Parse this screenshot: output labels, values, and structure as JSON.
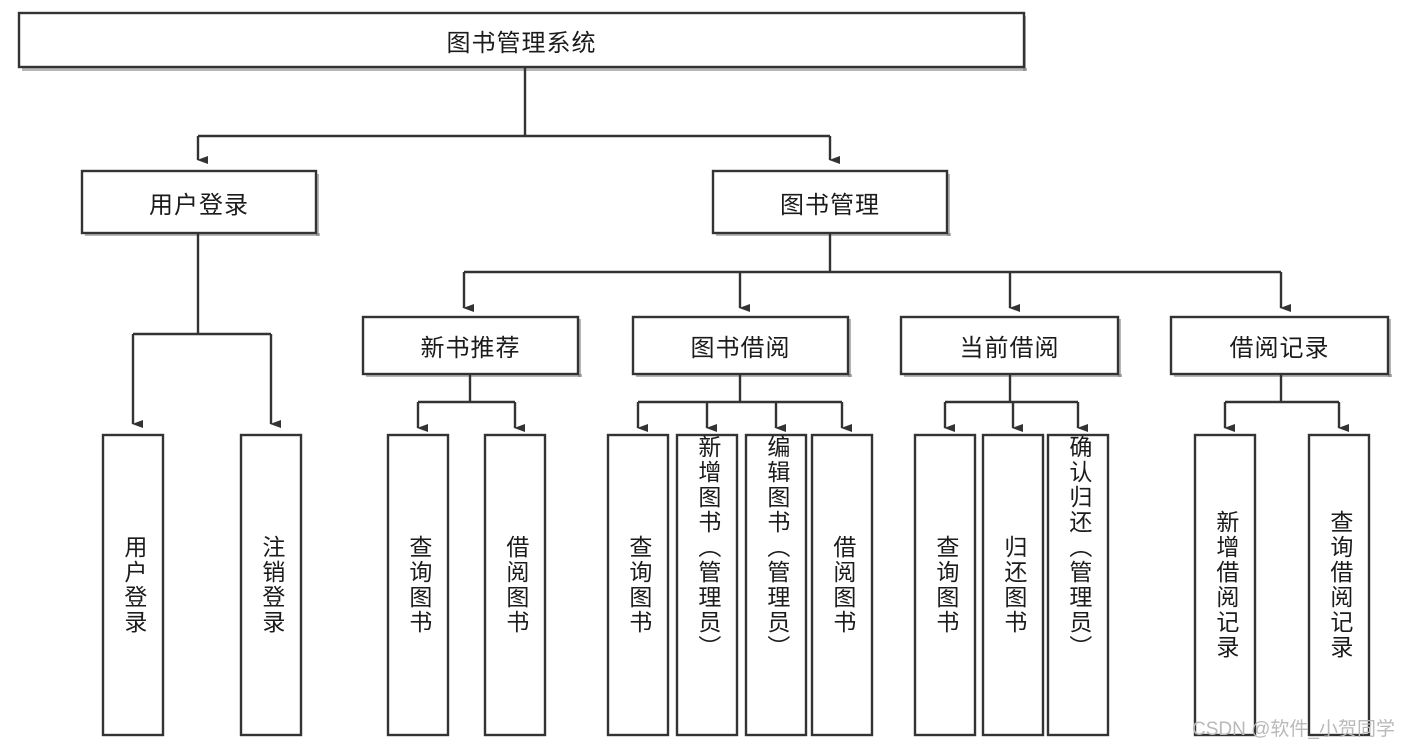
{
  "diagram": {
    "type": "tree-hierarchy",
    "root": {
      "id": "root",
      "label": "图书管理系统"
    },
    "level2": [
      {
        "id": "user-login",
        "label": "用户登录"
      },
      {
        "id": "book-management",
        "label": "图书管理"
      }
    ],
    "level3": [
      {
        "id": "new-book-recommend",
        "label": "新书推荐",
        "parent": "book-management"
      },
      {
        "id": "book-borrow",
        "label": "图书借阅",
        "parent": "book-management"
      },
      {
        "id": "current-borrow",
        "label": "当前借阅",
        "parent": "book-management"
      },
      {
        "id": "borrow-record",
        "label": "借阅记录",
        "parent": "book-management"
      }
    ],
    "leaves": [
      {
        "id": "leaf-user-login",
        "label": "用户登录",
        "parent": "user-login"
      },
      {
        "id": "leaf-logout-login",
        "label": "注销登录",
        "parent": "user-login"
      },
      {
        "id": "leaf-query-book-1",
        "label": "查询图书",
        "parent": "new-book-recommend"
      },
      {
        "id": "leaf-borrow-book-1",
        "label": "借阅图书",
        "parent": "new-book-recommend"
      },
      {
        "id": "leaf-query-book-2",
        "label": "查询图书",
        "parent": "book-borrow"
      },
      {
        "id": "leaf-add-book",
        "label": "新增图书（管理员）",
        "parent": "book-borrow"
      },
      {
        "id": "leaf-edit-book",
        "label": "编辑图书（管理员）",
        "parent": "book-borrow"
      },
      {
        "id": "leaf-borrow-book-2",
        "label": "借阅图书",
        "parent": "book-borrow"
      },
      {
        "id": "leaf-query-book-3",
        "label": "查询图书",
        "parent": "current-borrow"
      },
      {
        "id": "leaf-return-book",
        "label": "归还图书",
        "parent": "current-borrow"
      },
      {
        "id": "leaf-confirm-return",
        "label": "确认归还（管理员）",
        "parent": "current-borrow"
      },
      {
        "id": "leaf-add-record",
        "label": "新增借阅记录",
        "parent": "borrow-record"
      },
      {
        "id": "leaf-query-record",
        "label": "查询借阅记录",
        "parent": "borrow-record"
      }
    ]
  },
  "watermark": {
    "text": "CSDN @软件_小贺同学"
  },
  "colors": {
    "stroke": "#333333",
    "box_fill": "#ffffff",
    "text": "#1b1b1b",
    "watermark": "#b9b9b9",
    "background": "#ffffff"
  }
}
